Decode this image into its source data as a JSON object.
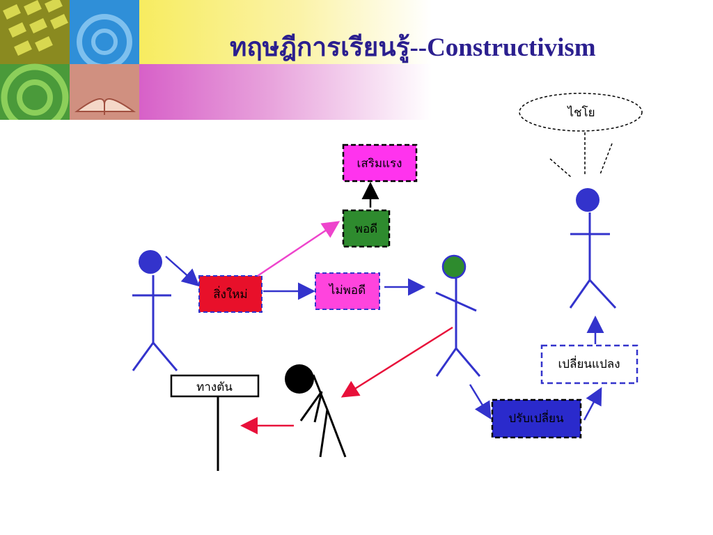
{
  "slide": {
    "title": "ทฤษฎีการเรียนรู้--Constructivism"
  },
  "diagram": {
    "boxes": {
      "new_thing": "สิ่งใหม่",
      "reinforce": "เสริมแรง",
      "satisfied": "พอดี",
      "not_satisfied": "ไม่พอดี",
      "dead_end": "ทางตัน",
      "adjust": "ปรับเปลี่ยน",
      "change": "เปลี่ยนแปลง"
    },
    "thought": "ไชโย"
  },
  "colors": {
    "title": "#2b1f8f",
    "figure": "#3333cc",
    "new_thing_fill": "#e8102a",
    "reinforce_fill": "#ff33ee",
    "satisfied_fill": "#2e8b2e",
    "not_satisfied_fill": "#ff44dd",
    "adjust_fill": "#2a2acc",
    "arrow_red": "#e8103a",
    "arrow_pink": "#ee44cc"
  }
}
